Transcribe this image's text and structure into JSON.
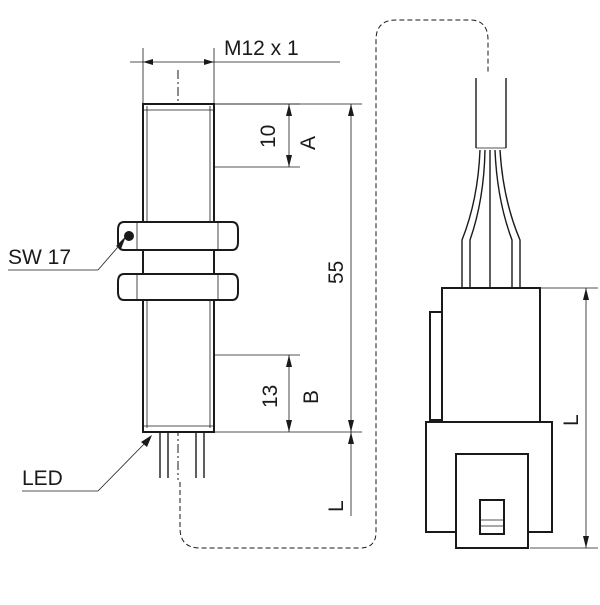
{
  "labels": {
    "thread": "M12 x 1",
    "wrench": "SW 17",
    "length_total": "55",
    "dim_a_value": "10",
    "dim_a_letter": "A",
    "dim_b_value": "13",
    "dim_b_letter": "B",
    "led": "LED",
    "length_l_left": "L",
    "length_l_right": "L"
  }
}
